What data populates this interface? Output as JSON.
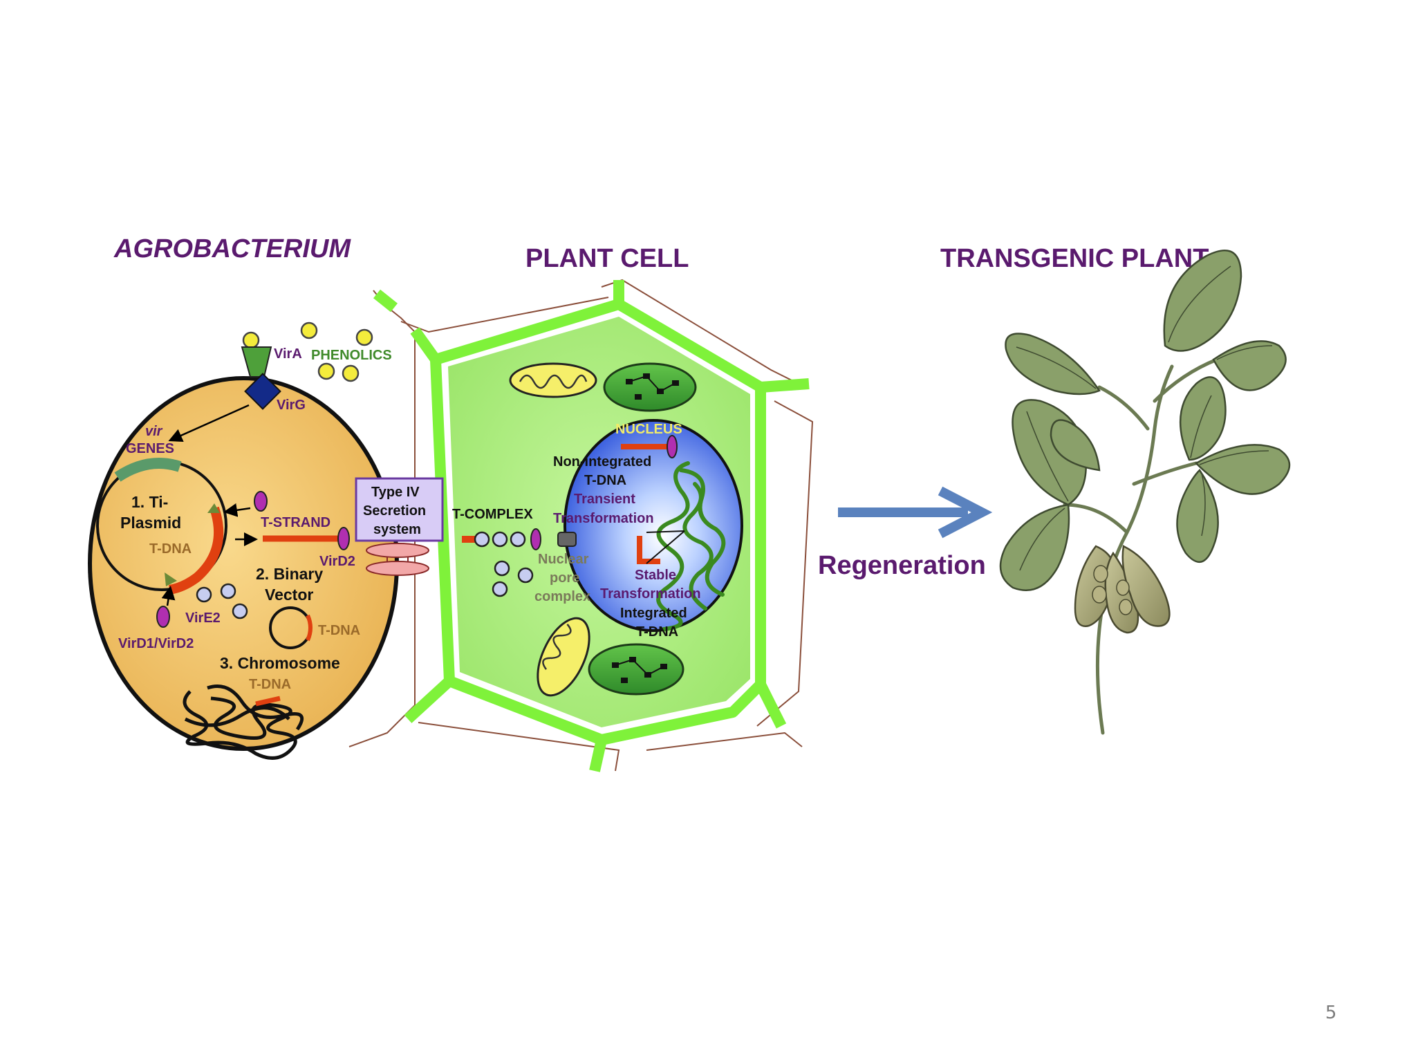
{
  "slide": {
    "page_number": "5"
  },
  "headings": {
    "agrobacterium": "AGROBACTERIUM",
    "plant_cell": "PLANT CELL",
    "transgenic_plant": "TRANSGENIC PLANT"
  },
  "bacterium": {
    "vira": "VirA",
    "phenolics": "PHENOLICS",
    "virg": "VirG",
    "vir": "vir",
    "genes": "GENES",
    "ti_plasmid_1": "1. Ti-",
    "ti_plasmid_2": "Plasmid",
    "tdna_plasmid": "T-DNA",
    "tstrand": "T-STRAND",
    "vird2": "VirD2",
    "binary_1": "2. Binary",
    "binary_2": "Vector",
    "vire2": "VirE2",
    "tdna_vector": "T-DNA",
    "vird1_vird2": "VirD1/VirD2",
    "chromosome": "3. Chromosome",
    "tdna_chromosome": "T-DNA"
  },
  "secretion": {
    "line1": "Type IV",
    "line2": "Secretion",
    "line3": "system"
  },
  "plant": {
    "tcomplex": "T-COMPLEX",
    "nucleus": "NUCLEUS",
    "nonint_1": "Non-integrated",
    "nonint_2": "T-DNA",
    "transient_1": "Transient",
    "transient_2": "Transformation",
    "nuclear_1": "Nuclear",
    "nuclear_2": "pore",
    "nuclear_3": "complex",
    "stable_1": "Stable",
    "stable_2": "Transformation",
    "integrated_1": "Integrated",
    "integrated_2": "T-DNA"
  },
  "process": {
    "regeneration": "Regeneration"
  },
  "colors": {
    "heading_purple": "#5a1a6e",
    "cell_wall_green": "#7ff23a",
    "cytoplasm_green": "#a8ec78",
    "bacterium_fill": "#f0c064",
    "nucleus_blue": "#3a5ee0",
    "tdna_red": "#e04010",
    "virD2_magenta": "#b02fb0",
    "arrow_blue": "#5a82be",
    "leaf_green": "#7a9260"
  }
}
